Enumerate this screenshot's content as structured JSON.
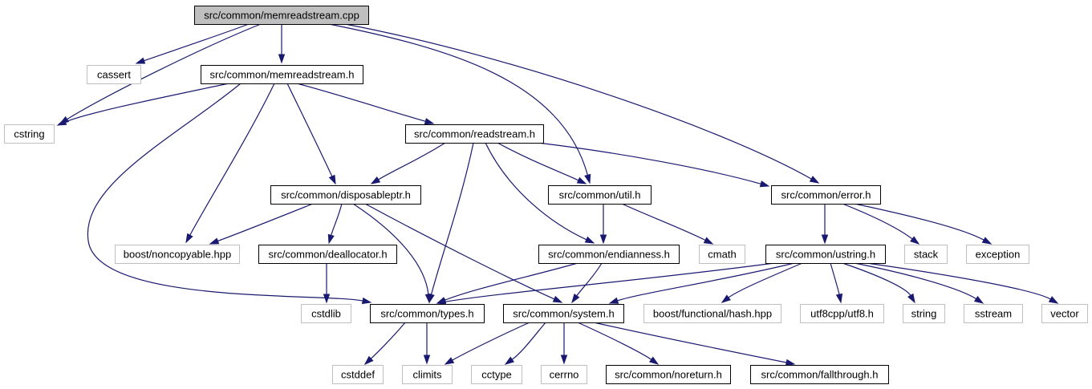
{
  "colors": {
    "edge": "#191970",
    "root_fill": "#bfbfbf",
    "root_stroke": "#000000",
    "local_stroke": "#000000",
    "external_stroke": "#bfbfbf",
    "node_fill": "#ffffff"
  },
  "nodes": [
    {
      "id": "memreadstream_cpp",
      "label": "src/common/memreadstream.cpp",
      "kind": "root"
    },
    {
      "id": "cassert",
      "label": "cassert",
      "kind": "external"
    },
    {
      "id": "memreadstream_h",
      "label": "src/common/memreadstream.h",
      "kind": "local"
    },
    {
      "id": "cstring",
      "label": "cstring",
      "kind": "external"
    },
    {
      "id": "readstream_h",
      "label": "src/common/readstream.h",
      "kind": "local"
    },
    {
      "id": "disposableptr_h",
      "label": "src/common/disposableptr.h",
      "kind": "local"
    },
    {
      "id": "util_h",
      "label": "src/common/util.h",
      "kind": "local"
    },
    {
      "id": "error_h",
      "label": "src/common/error.h",
      "kind": "local"
    },
    {
      "id": "noncopyable",
      "label": "boost/noncopyable.hpp",
      "kind": "external"
    },
    {
      "id": "deallocator_h",
      "label": "src/common/deallocator.h",
      "kind": "local"
    },
    {
      "id": "endianness_h",
      "label": "src/common/endianness.h",
      "kind": "local"
    },
    {
      "id": "cmath",
      "label": "cmath",
      "kind": "external"
    },
    {
      "id": "ustring_h",
      "label": "src/common/ustring.h",
      "kind": "local"
    },
    {
      "id": "stack",
      "label": "stack",
      "kind": "external"
    },
    {
      "id": "exception",
      "label": "exception",
      "kind": "external"
    },
    {
      "id": "cstdlib",
      "label": "cstdlib",
      "kind": "external"
    },
    {
      "id": "types_h",
      "label": "src/common/types.h",
      "kind": "local"
    },
    {
      "id": "system_h",
      "label": "src/common/system.h",
      "kind": "local"
    },
    {
      "id": "hash_hpp",
      "label": "boost/functional/hash.hpp",
      "kind": "external"
    },
    {
      "id": "utf8_h",
      "label": "utf8cpp/utf8.h",
      "kind": "external"
    },
    {
      "id": "string",
      "label": "string",
      "kind": "external"
    },
    {
      "id": "sstream",
      "label": "sstream",
      "kind": "external"
    },
    {
      "id": "vector",
      "label": "vector",
      "kind": "external"
    },
    {
      "id": "cstddef",
      "label": "cstddef",
      "kind": "external"
    },
    {
      "id": "climits",
      "label": "climits",
      "kind": "external"
    },
    {
      "id": "cctype",
      "label": "cctype",
      "kind": "external"
    },
    {
      "id": "cerrno",
      "label": "cerrno",
      "kind": "external"
    },
    {
      "id": "noreturn_h",
      "label": "src/common/noreturn.h",
      "kind": "local"
    },
    {
      "id": "fallthrough_h",
      "label": "src/common/fallthrough.h",
      "kind": "local"
    }
  ],
  "edges": [
    {
      "from": "memreadstream_cpp",
      "to": "cassert"
    },
    {
      "from": "memreadstream_cpp",
      "to": "memreadstream_h"
    },
    {
      "from": "memreadstream_cpp",
      "to": "cstring"
    },
    {
      "from": "memreadstream_cpp",
      "to": "util_h"
    },
    {
      "from": "memreadstream_cpp",
      "to": "error_h"
    },
    {
      "from": "memreadstream_h",
      "to": "cstring"
    },
    {
      "from": "memreadstream_h",
      "to": "readstream_h"
    },
    {
      "from": "memreadstream_h",
      "to": "disposableptr_h"
    },
    {
      "from": "memreadstream_h",
      "to": "noncopyable"
    },
    {
      "from": "memreadstream_h",
      "to": "types_h"
    },
    {
      "from": "readstream_h",
      "to": "disposableptr_h"
    },
    {
      "from": "readstream_h",
      "to": "util_h"
    },
    {
      "from": "readstream_h",
      "to": "error_h"
    },
    {
      "from": "readstream_h",
      "to": "endianness_h"
    },
    {
      "from": "readstream_h",
      "to": "types_h"
    },
    {
      "from": "disposableptr_h",
      "to": "noncopyable"
    },
    {
      "from": "disposableptr_h",
      "to": "deallocator_h"
    },
    {
      "from": "disposableptr_h",
      "to": "types_h"
    },
    {
      "from": "disposableptr_h",
      "to": "system_h"
    },
    {
      "from": "util_h",
      "to": "endianness_h"
    },
    {
      "from": "util_h",
      "to": "cmath"
    },
    {
      "from": "error_h",
      "to": "ustring_h"
    },
    {
      "from": "error_h",
      "to": "stack"
    },
    {
      "from": "error_h",
      "to": "exception"
    },
    {
      "from": "deallocator_h",
      "to": "cstdlib"
    },
    {
      "from": "endianness_h",
      "to": "types_h"
    },
    {
      "from": "endianness_h",
      "to": "system_h"
    },
    {
      "from": "ustring_h",
      "to": "types_h"
    },
    {
      "from": "ustring_h",
      "to": "system_h"
    },
    {
      "from": "ustring_h",
      "to": "hash_hpp"
    },
    {
      "from": "ustring_h",
      "to": "utf8_h"
    },
    {
      "from": "ustring_h",
      "to": "string"
    },
    {
      "from": "ustring_h",
      "to": "sstream"
    },
    {
      "from": "ustring_h",
      "to": "vector"
    },
    {
      "from": "types_h",
      "to": "cstddef"
    },
    {
      "from": "types_h",
      "to": "climits"
    },
    {
      "from": "system_h",
      "to": "climits"
    },
    {
      "from": "system_h",
      "to": "cctype"
    },
    {
      "from": "system_h",
      "to": "cerrno"
    },
    {
      "from": "system_h",
      "to": "noreturn_h"
    },
    {
      "from": "system_h",
      "to": "fallthrough_h"
    }
  ]
}
